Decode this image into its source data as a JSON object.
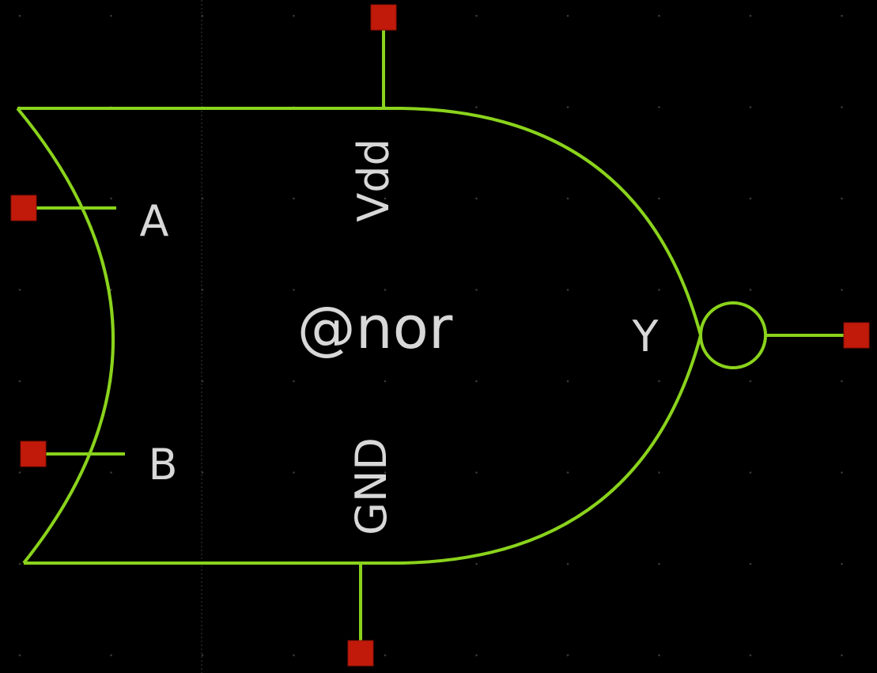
{
  "cell": {
    "name": "@nor",
    "pins": {
      "a": "A",
      "b": "B",
      "y": "Y",
      "vdd": "Vdd",
      "gnd": "GND"
    }
  },
  "colors": {
    "background": "#000000",
    "outline": "#8ad31c",
    "pin_square": "#c11a0a",
    "label_text": "#d8d8d8"
  }
}
